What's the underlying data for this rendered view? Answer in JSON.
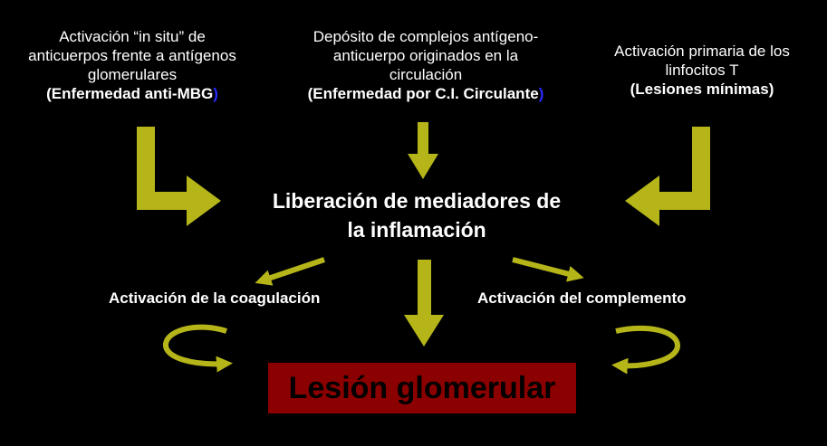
{
  "sources": [
    {
      "lines": [
        "Activación “in situ” de",
        "anticuerpos frente a antígenos",
        "glomerulares"
      ],
      "disease": "(Enfermedad anti-MBG",
      "close": ")"
    },
    {
      "lines": [
        "Depósito de complejos antígeno-",
        "anticuerpo originados en la",
        "circulación"
      ],
      "disease": "(Enfermedad por C.I. Circulante",
      "close": ")"
    },
    {
      "lines": [
        "Activación primaria de los",
        "linfocitos T"
      ],
      "disease": "(Lesiones mínimas)",
      "close": ""
    }
  ],
  "center": {
    "line1": "Liberación de mediadores de",
    "line2": "la inflamación"
  },
  "effects": {
    "coagulation": "Activación de la coagulación",
    "complement": "Activación del complemento"
  },
  "outcome": "Lesión glomerular",
  "colors": {
    "background": "#000000",
    "arrow": "#b5b51a",
    "outcome_box": "#8b0000",
    "outcome_text": "#000000",
    "text": "#ffffff",
    "paren_accent": "#2a2aff"
  }
}
